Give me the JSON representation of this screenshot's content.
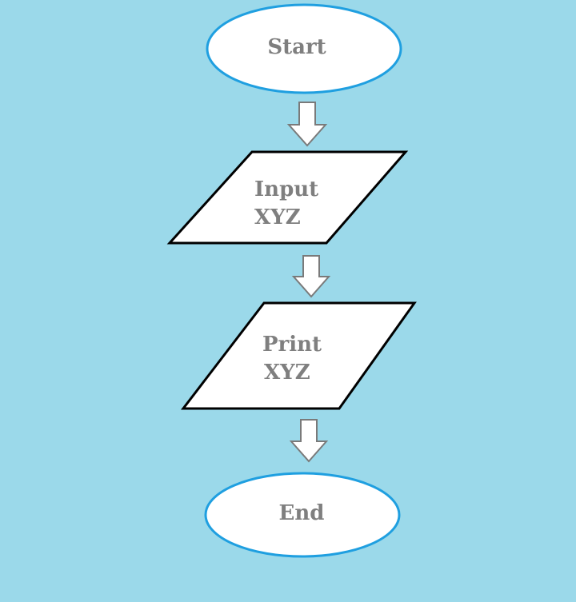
{
  "flowchart": {
    "start": {
      "label": "Start"
    },
    "input": {
      "line1": "Input",
      "line2": "XYZ"
    },
    "print": {
      "line1": "Print",
      "line2": "XYZ"
    },
    "end": {
      "label": "End"
    }
  },
  "colors": {
    "background": "#9bd9ea",
    "terminal_border": "#1f9fe0",
    "io_border": "#000000",
    "text": "#7f7f7f",
    "arrow_outline": "#7a7a7a"
  }
}
